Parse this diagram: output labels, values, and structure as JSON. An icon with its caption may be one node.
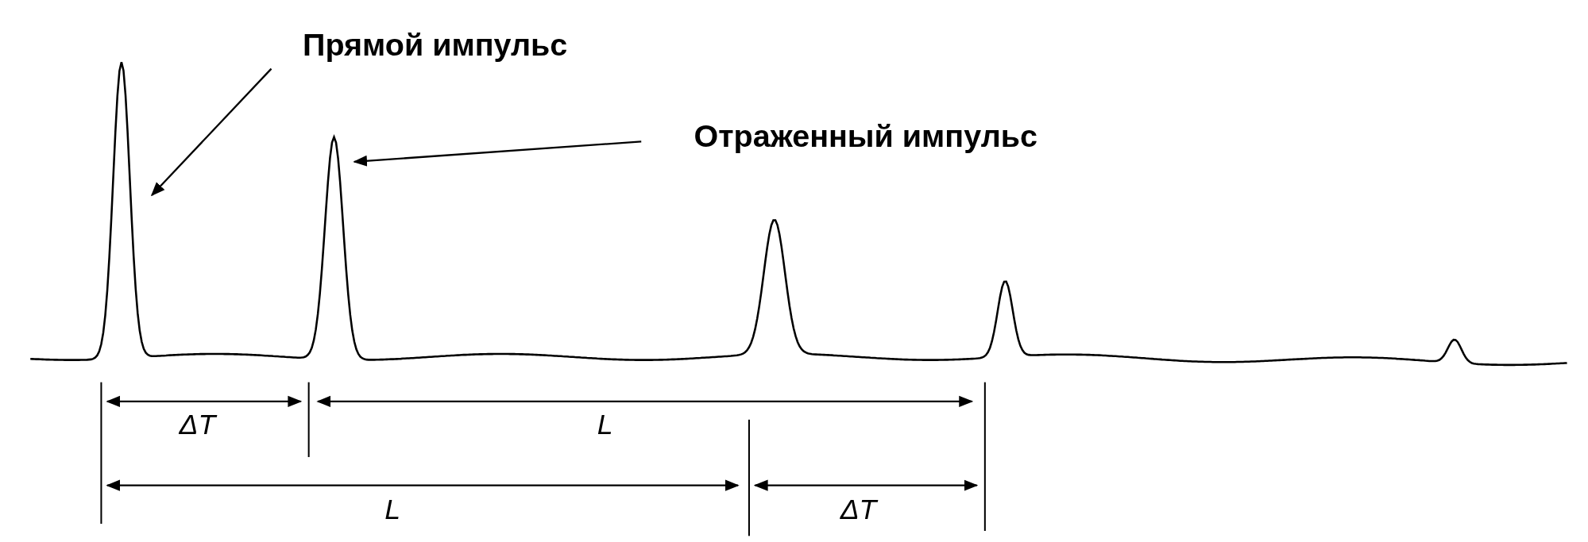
{
  "diagram": {
    "nodes": [
      {
        "text": [
          "Прямой импульс"
        ]
      },
      {
        "text": [
          "Отраженный импульс"
        ]
      }
    ],
    "edges": [
      {
        "from": 0,
        "to": null,
        "arrow": "to"
      },
      {
        "from": 1,
        "to": null,
        "arrow": "to"
      }
    ],
    "labels": [
      "ΔT",
      "L",
      "L",
      "ΔT"
    ]
  }
}
